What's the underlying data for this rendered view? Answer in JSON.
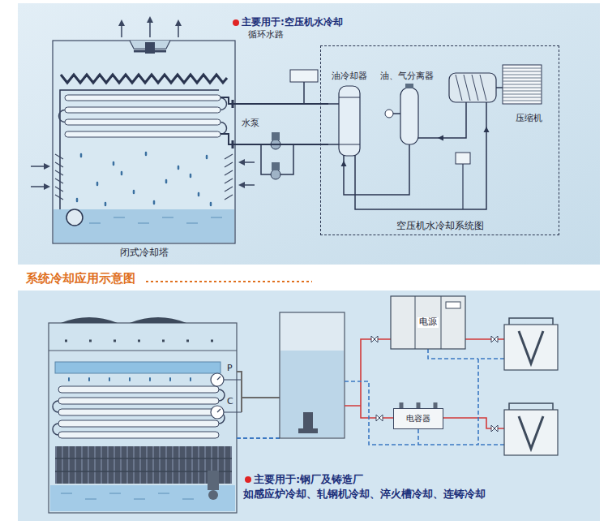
{
  "diagram": {
    "title": "系统冷却应用示意图",
    "nodes": [
      {
        "text": [
          "闭式冷却塔"
        ]
      },
      {
        "text": [
          "空压机水冷却系统图"
        ]
      },
      {
        "text": [
          "油冷却器"
        ],
        "in": 1
      },
      {
        "text": [
          "油、气分离器"
        ],
        "in": 1
      },
      {
        "text": [
          "压缩机"
        ],
        "in": 1
      },
      {
        "text": [
          "电源"
        ]
      },
      {
        "text": [
          "电容器"
        ]
      }
    ],
    "edges": [
      {
        "from": 0,
        "to": 2,
        "arrow": "none"
      },
      {
        "from": 0,
        "to": 2,
        "arrow": "none"
      },
      {
        "from": 4,
        "to": 3,
        "arrow": "to"
      },
      {
        "from": 3,
        "to": 2,
        "arrow": "to"
      },
      {
        "from": 2,
        "to": 4,
        "arrow": "to"
      }
    ],
    "labels": [
      "主要用于:空压机水冷却",
      "循环水路",
      "水泵",
      "P",
      "C",
      "主要用于:钢厂及铸造厂",
      "如感应炉冷却、轧钢机冷却、淬火槽冷却、连铸冷却"
    ]
  }
}
